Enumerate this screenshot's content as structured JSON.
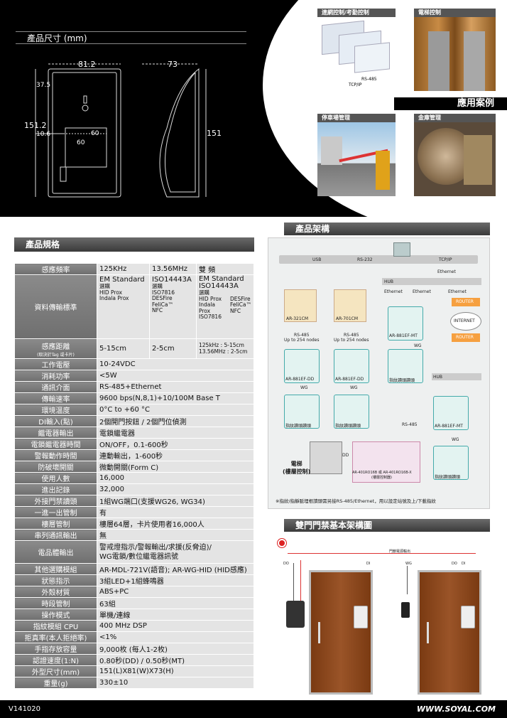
{
  "dimension_section": {
    "title": "產品尺寸 (mm)",
    "front_width": "81.2",
    "front_height": "151.2",
    "front_inner_top": "37.5",
    "front_inner_left": "10.6",
    "front_inner_width": "60",
    "front_inner_height": "60",
    "side_depth": "73",
    "side_height": "151"
  },
  "application_section": {
    "title": "應用案例",
    "photos": [
      {
        "caption": "連網控制/考勤控制",
        "label_rs485": "RS-485",
        "label_tcpip": "TCP/IP"
      },
      {
        "caption": "電梯控制"
      },
      {
        "caption": "停車場管理"
      },
      {
        "caption": "金庫管理"
      }
    ]
  },
  "spec_section": {
    "title": "產品規格",
    "rows": [
      {
        "label": "感應頻率",
        "values": [
          "125KHz",
          "13.56MHz",
          "雙 頻"
        ]
      },
      {
        "label": "資料傳輸標準",
        "col1_head": "EM Standard",
        "col1_sub": "選購",
        "col1_items": "HID Prox\nIndala Prox",
        "col2_head": "ISO14443A",
        "col2_sub": "選購",
        "col2_items": "ISO7816\nDESFire\nFeliCa™\nNFC",
        "col3_head": "EM Standard\nISO14443A",
        "col3_sub": "選購",
        "col3_items_a": "HID Prox\nIndala Prox\nISO7816",
        "col3_items_b": "DESFire\nFeliCa™\nNFC"
      },
      {
        "label": "感應距離",
        "label_sub": "(取決於Tag 或卡片)",
        "values": [
          "5-15cm",
          "2-5cm",
          "125kHz : 5-15cm\n13.56MHz : 2-5cm"
        ]
      },
      {
        "label": "工作電壓",
        "value": "10-24VDC"
      },
      {
        "label": "消耗功率",
        "value": "<5W"
      },
      {
        "label": "通訊介面",
        "value": "RS-485+Ethernet"
      },
      {
        "label": "傳輸速率",
        "value": "9600 bps(N,8,1)+10/100M Base T"
      },
      {
        "label": "環境溫度",
        "value": "0°C to +60 °C"
      },
      {
        "label": "DI輸入(點)",
        "value": "2個開門按鈕 / 2個門位偵測"
      },
      {
        "label": "繼電器輸出",
        "value": "電鎖繼電器"
      },
      {
        "label": "電鎖繼電器時間",
        "value": "ON/OFF，0.1-600秒"
      },
      {
        "label": "警報動作時間",
        "value": "連動輸出，1-600秒"
      },
      {
        "label": "防破壞開關",
        "value": "微動開關(Form C)"
      },
      {
        "label": "使用人數",
        "value": "16,000"
      },
      {
        "label": "進出記錄",
        "value": "32,000"
      },
      {
        "label": "外接門禁讀頭",
        "value": "1組WG端口(支援WG26, WG34)"
      },
      {
        "label": "一進一出管制",
        "value": "有"
      },
      {
        "label": "樓層管制",
        "value": "樓層64層，卡片使用者16,000人"
      },
      {
        "label": "串列通訊輸出",
        "value": "無"
      },
      {
        "label": "電品體輸出",
        "value": "警戒燈指示/警報輸出/求援(反脅迫)/\nWG電鎖/數位繼電器訊號"
      },
      {
        "label": "其他選購模組",
        "value": "AR-MDL-721V(語音); AR-WG-HID (HID感應)"
      },
      {
        "label": "狀態指示",
        "value": "3組LED+1組蜂鳴器"
      },
      {
        "label": "外殼材質",
        "value": "ABS+PC"
      },
      {
        "label": "時段管制",
        "value": "63組"
      },
      {
        "label": "操作模式",
        "value": "單機/連線"
      },
      {
        "label": "指紋模組 CPU",
        "value": "400 MHz DSP"
      },
      {
        "label": "拒真率(本人拒絕率)",
        "value": "<1%"
      },
      {
        "label": "手指存放容量",
        "value": "9,000枚 (每人1-2枚)"
      },
      {
        "label": "認證速度(1:N)",
        "value": "0.80秒(DD) / 0.50秒(MT)"
      },
      {
        "label": "外型尺寸(mm)",
        "value": "151(L)X81(W)X73(H)"
      },
      {
        "label": "重量(g)",
        "value": "330±10"
      }
    ]
  },
  "architecture_section": {
    "title": "產品架構",
    "usb": "USB",
    "rs232": "RS-232",
    "tcpip": "TCP/IP",
    "ethernet": "Ethernet",
    "hub": "HUB",
    "router": "ROUTER",
    "internet": "INTERNET",
    "ar321cm": "AR-321CM",
    "ar701cm": "AR-701CM",
    "rs485_254": "RS-485\nUp to 254 nodes",
    "wg": "WG",
    "dd_device": "AR-881EF-DD",
    "mt_device": "AR-881EF-MT",
    "reader_label": "指紋讀頭讀頭",
    "rs485": "RS-485",
    "elevator": "電梯\n(樓層控制)",
    "dd": "DD",
    "ar401": "AR-401RO16B 或 AR-401RO16B-X",
    "ar401_sub": "(樓層控制器)",
    "note": "※指紋/指靜脈埋根讀頭需另接RS-485/Ethernet，用以設定站號及上/下載指紋"
  },
  "door_section": {
    "title": "雙門門禁基本架構圖",
    "label_lock": "門鎖電源輸出",
    "label_di": "DI",
    "label_do": "DO",
    "label_wg": "WG"
  },
  "footer": {
    "version": "V141020",
    "website": "WWW.SOYAL.COM"
  }
}
